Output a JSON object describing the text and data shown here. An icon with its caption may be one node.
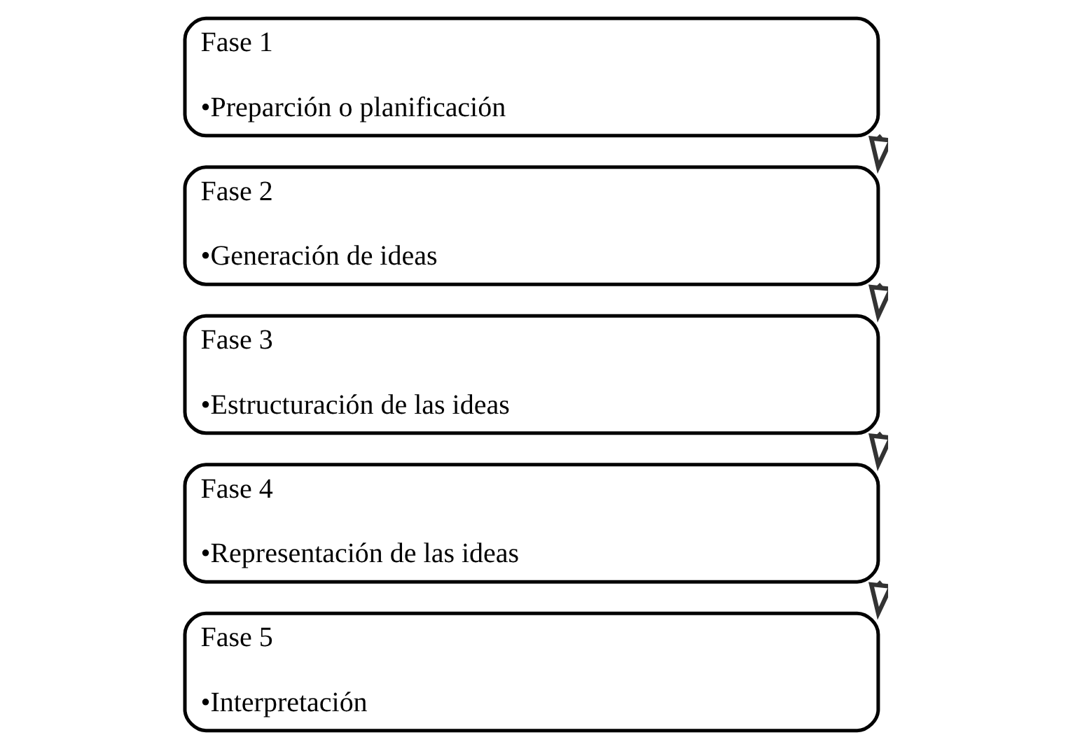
{
  "diagram": {
    "nodes": [
      {
        "text": [
          "Fase 1",
          "•Preparción o planificación"
        ]
      },
      {
        "text": [
          "Fase 2",
          "•Generación de ideas"
        ]
      },
      {
        "text": [
          "Fase 3",
          "•Estructuración de las ideas"
        ]
      },
      {
        "text": [
          "Fase 4",
          "•Representación de las ideas"
        ]
      },
      {
        "text": [
          "Fase 5",
          "•Interpretación"
        ]
      }
    ],
    "edges": [
      {
        "from": 0,
        "to": 1,
        "arrow": "to"
      },
      {
        "from": 1,
        "to": 2,
        "arrow": "to"
      },
      {
        "from": 2,
        "to": 3,
        "arrow": "to"
      },
      {
        "from": 3,
        "to": 4,
        "arrow": "to"
      }
    ]
  }
}
